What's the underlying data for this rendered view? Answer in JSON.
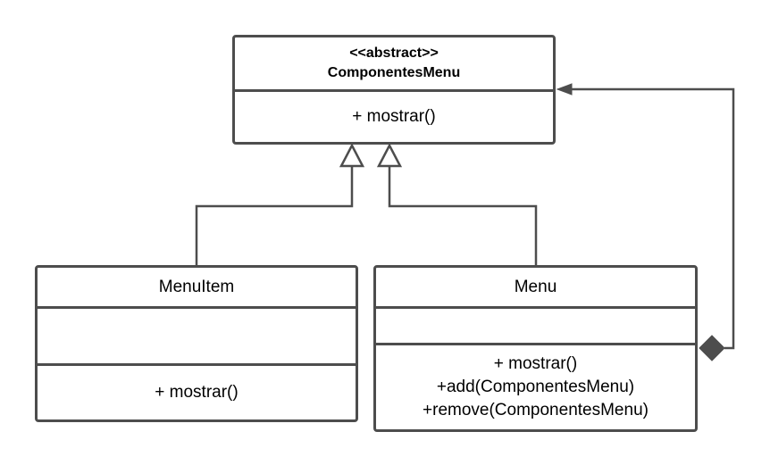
{
  "classes": {
    "componentes_menu": {
      "stereotype": "<<abstract>>",
      "name": "ComponentesMenu",
      "operations": [
        "+ mostrar()"
      ]
    },
    "menu_item": {
      "name": "MenuItem",
      "operations": [
        "+ mostrar()"
      ]
    },
    "menu": {
      "name": "Menu",
      "operations": [
        "+ mostrar()",
        "+add(ComponentesMenu)",
        "+remove(ComponentesMenu)"
      ]
    }
  },
  "relationships": [
    {
      "type": "generalization",
      "from": "MenuItem",
      "to": "ComponentesMenu"
    },
    {
      "type": "generalization",
      "from": "Menu",
      "to": "ComponentesMenu"
    },
    {
      "type": "composition",
      "from": "Menu",
      "to": "ComponentesMenu"
    }
  ],
  "colors": {
    "line": "#4d4d4d",
    "background": "#ffffff",
    "text": "#000000"
  }
}
